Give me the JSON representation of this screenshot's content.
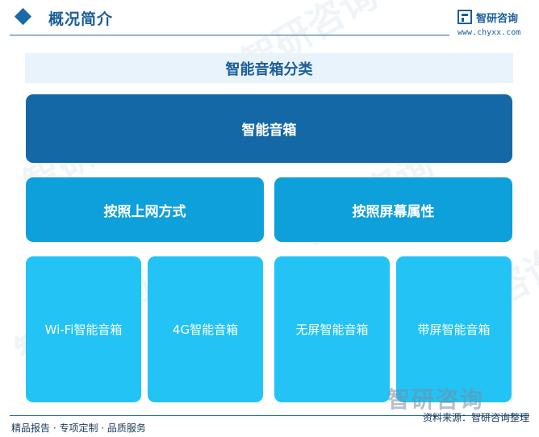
{
  "header": {
    "title": "概况简介",
    "brand_name": "智研咨询",
    "brand_url": "www.chyxx.com"
  },
  "diagram": {
    "section_title": "智能音箱分类",
    "root": "智能音箱",
    "categories": [
      {
        "label": "按照上网方式",
        "items": [
          "Wi-Fi智能音箱",
          "4G智能音箱"
        ]
      },
      {
        "label": "按照屏幕属性",
        "items": [
          "无屏智能音箱",
          "带屏智能音箱"
        ]
      }
    ]
  },
  "watermark": "智研咨询",
  "footer": {
    "left": "精品报告 · 专项定制 · 品质服务",
    "source": "资料来源：智研咨询整理"
  },
  "colors": {
    "root": "#1468a6",
    "category": "#0da0db",
    "leaf": "#23c3f6",
    "accent": "#1a5e9a"
  }
}
